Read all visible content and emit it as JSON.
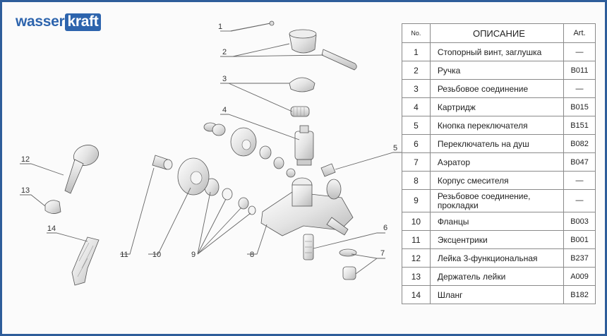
{
  "brand": {
    "wasser": "wasser",
    "kraft": "kraft",
    "color": "#2d64ad"
  },
  "frame_color": "#2e5d9a",
  "table": {
    "headers": {
      "no": "No.",
      "description": "ОПИСАНИЕ",
      "art": "Art."
    },
    "rows": [
      {
        "no": "1",
        "description": "Стопорный винт, заглушка",
        "art": "—"
      },
      {
        "no": "2",
        "description": "Ручка",
        "art": "B011"
      },
      {
        "no": "3",
        "description": "Резьбовое соединение",
        "art": "—"
      },
      {
        "no": "4",
        "description": "Картридж",
        "art": "B015"
      },
      {
        "no": "5",
        "description": "Кнопка переключателя",
        "art": "B151"
      },
      {
        "no": "6",
        "description": "Переключатель на душ",
        "art": "B082"
      },
      {
        "no": "7",
        "description": "Аэратор",
        "art": "B047"
      },
      {
        "no": "8",
        "description": "Корпус смесителя",
        "art": "—"
      },
      {
        "no": "9",
        "description": "Резьбовое соединение, прокладки",
        "art": "—"
      },
      {
        "no": "10",
        "description": "Фланцы",
        "art": "B003"
      },
      {
        "no": "11",
        "description": "Эксцентрики",
        "art": "B001"
      },
      {
        "no": "12",
        "description": "Лейка 3-функциональная",
        "art": "B237"
      },
      {
        "no": "13",
        "description": "Держатель лейки",
        "art": "A009"
      },
      {
        "no": "14",
        "description": "Шланг",
        "art": "B182"
      }
    ]
  },
  "callouts": [
    "1",
    "2",
    "3",
    "4",
    "5",
    "6",
    "7",
    "8",
    "9",
    "10",
    "11",
    "12",
    "13",
    "14"
  ]
}
